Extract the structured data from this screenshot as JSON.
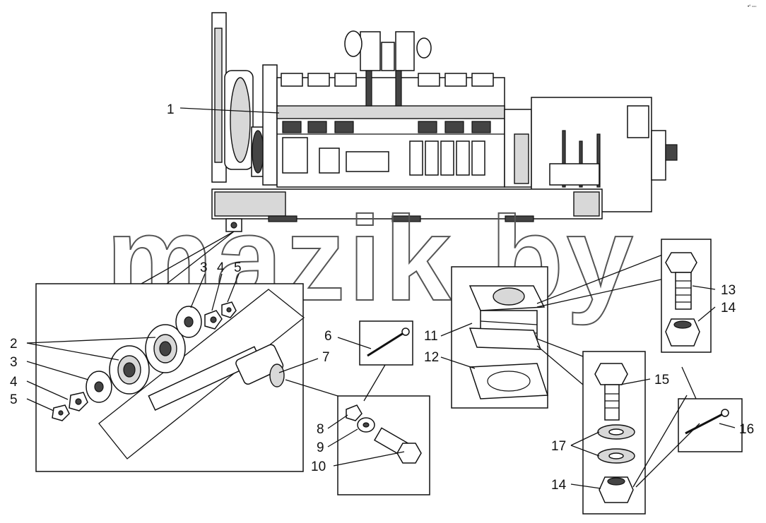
{
  "watermark": "mazik.by",
  "corner_mark": "•° ▫▫▫",
  "callouts": {
    "n1": "1",
    "n2": "2",
    "n3_upper": "3",
    "n4_upper": "4",
    "n5_upper": "5",
    "n3_left": "3",
    "n4_left": "4",
    "n5_left": "5",
    "n6": "6",
    "n7": "7",
    "n8": "8",
    "n9": "9",
    "n10": "10",
    "n11": "11",
    "n12": "12",
    "n13": "13",
    "n14_upper": "14",
    "n15": "15",
    "n16": "16",
    "n17": "17",
    "n14_lower": "14"
  }
}
